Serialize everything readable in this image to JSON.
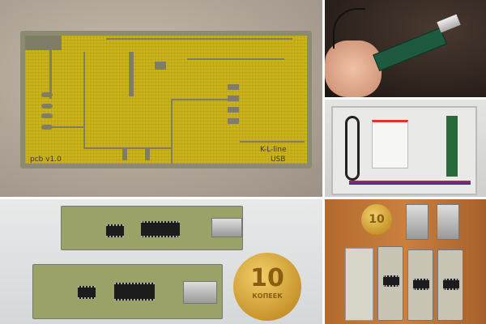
{
  "panels": [
    {
      "name": "bare-pcb-photo",
      "pcb_text": [
        "pcb v1.0",
        "K-L-line",
        "USB"
      ]
    },
    {
      "name": "usb-adapter-in-hand-photo"
    },
    {
      "name": "kit-parts-box-photo"
    },
    {
      "name": "assembled-boards-with-coin-photo",
      "coin_text": [
        "10",
        "КОПЕЕК"
      ]
    },
    {
      "name": "boards-and-usb-plugs-photo",
      "coin_text": [
        "10"
      ]
    }
  ],
  "colors": {
    "pcb": "#c9b21a",
    "trace": "#7f7d68",
    "coin": "#d8a843"
  }
}
